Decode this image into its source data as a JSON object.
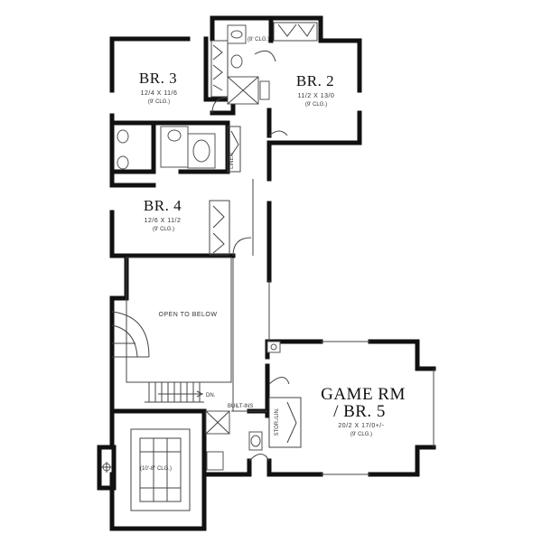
{
  "rooms": {
    "br3": {
      "name": "BR. 3",
      "size": "12/4 X 11/6",
      "ceiling": "(9' CLG.)"
    },
    "br2": {
      "name": "BR. 2",
      "size": "11/2 X 13/0",
      "ceiling": "(9' CLG.)"
    },
    "br4": {
      "name": "BR. 4",
      "size": "12/6 X 11/2",
      "ceiling": "(9' CLG.)"
    },
    "game": {
      "name_line1": "GAME RM",
      "name_line2": "/ BR. 5",
      "size": "20/2 X 17/0+/-",
      "ceiling": "(9' CLG.)"
    }
  },
  "labels": {
    "open_to_below": "OPEN TO BELOW",
    "linen": "LINEN",
    "dn": "DN.",
    "built_ins": "BUILT-INS",
    "stor_lin": "STOR./LIN.",
    "bath_clg": "(8' CLG.)",
    "lower_clg": "(10'-8\" CLG.)"
  }
}
